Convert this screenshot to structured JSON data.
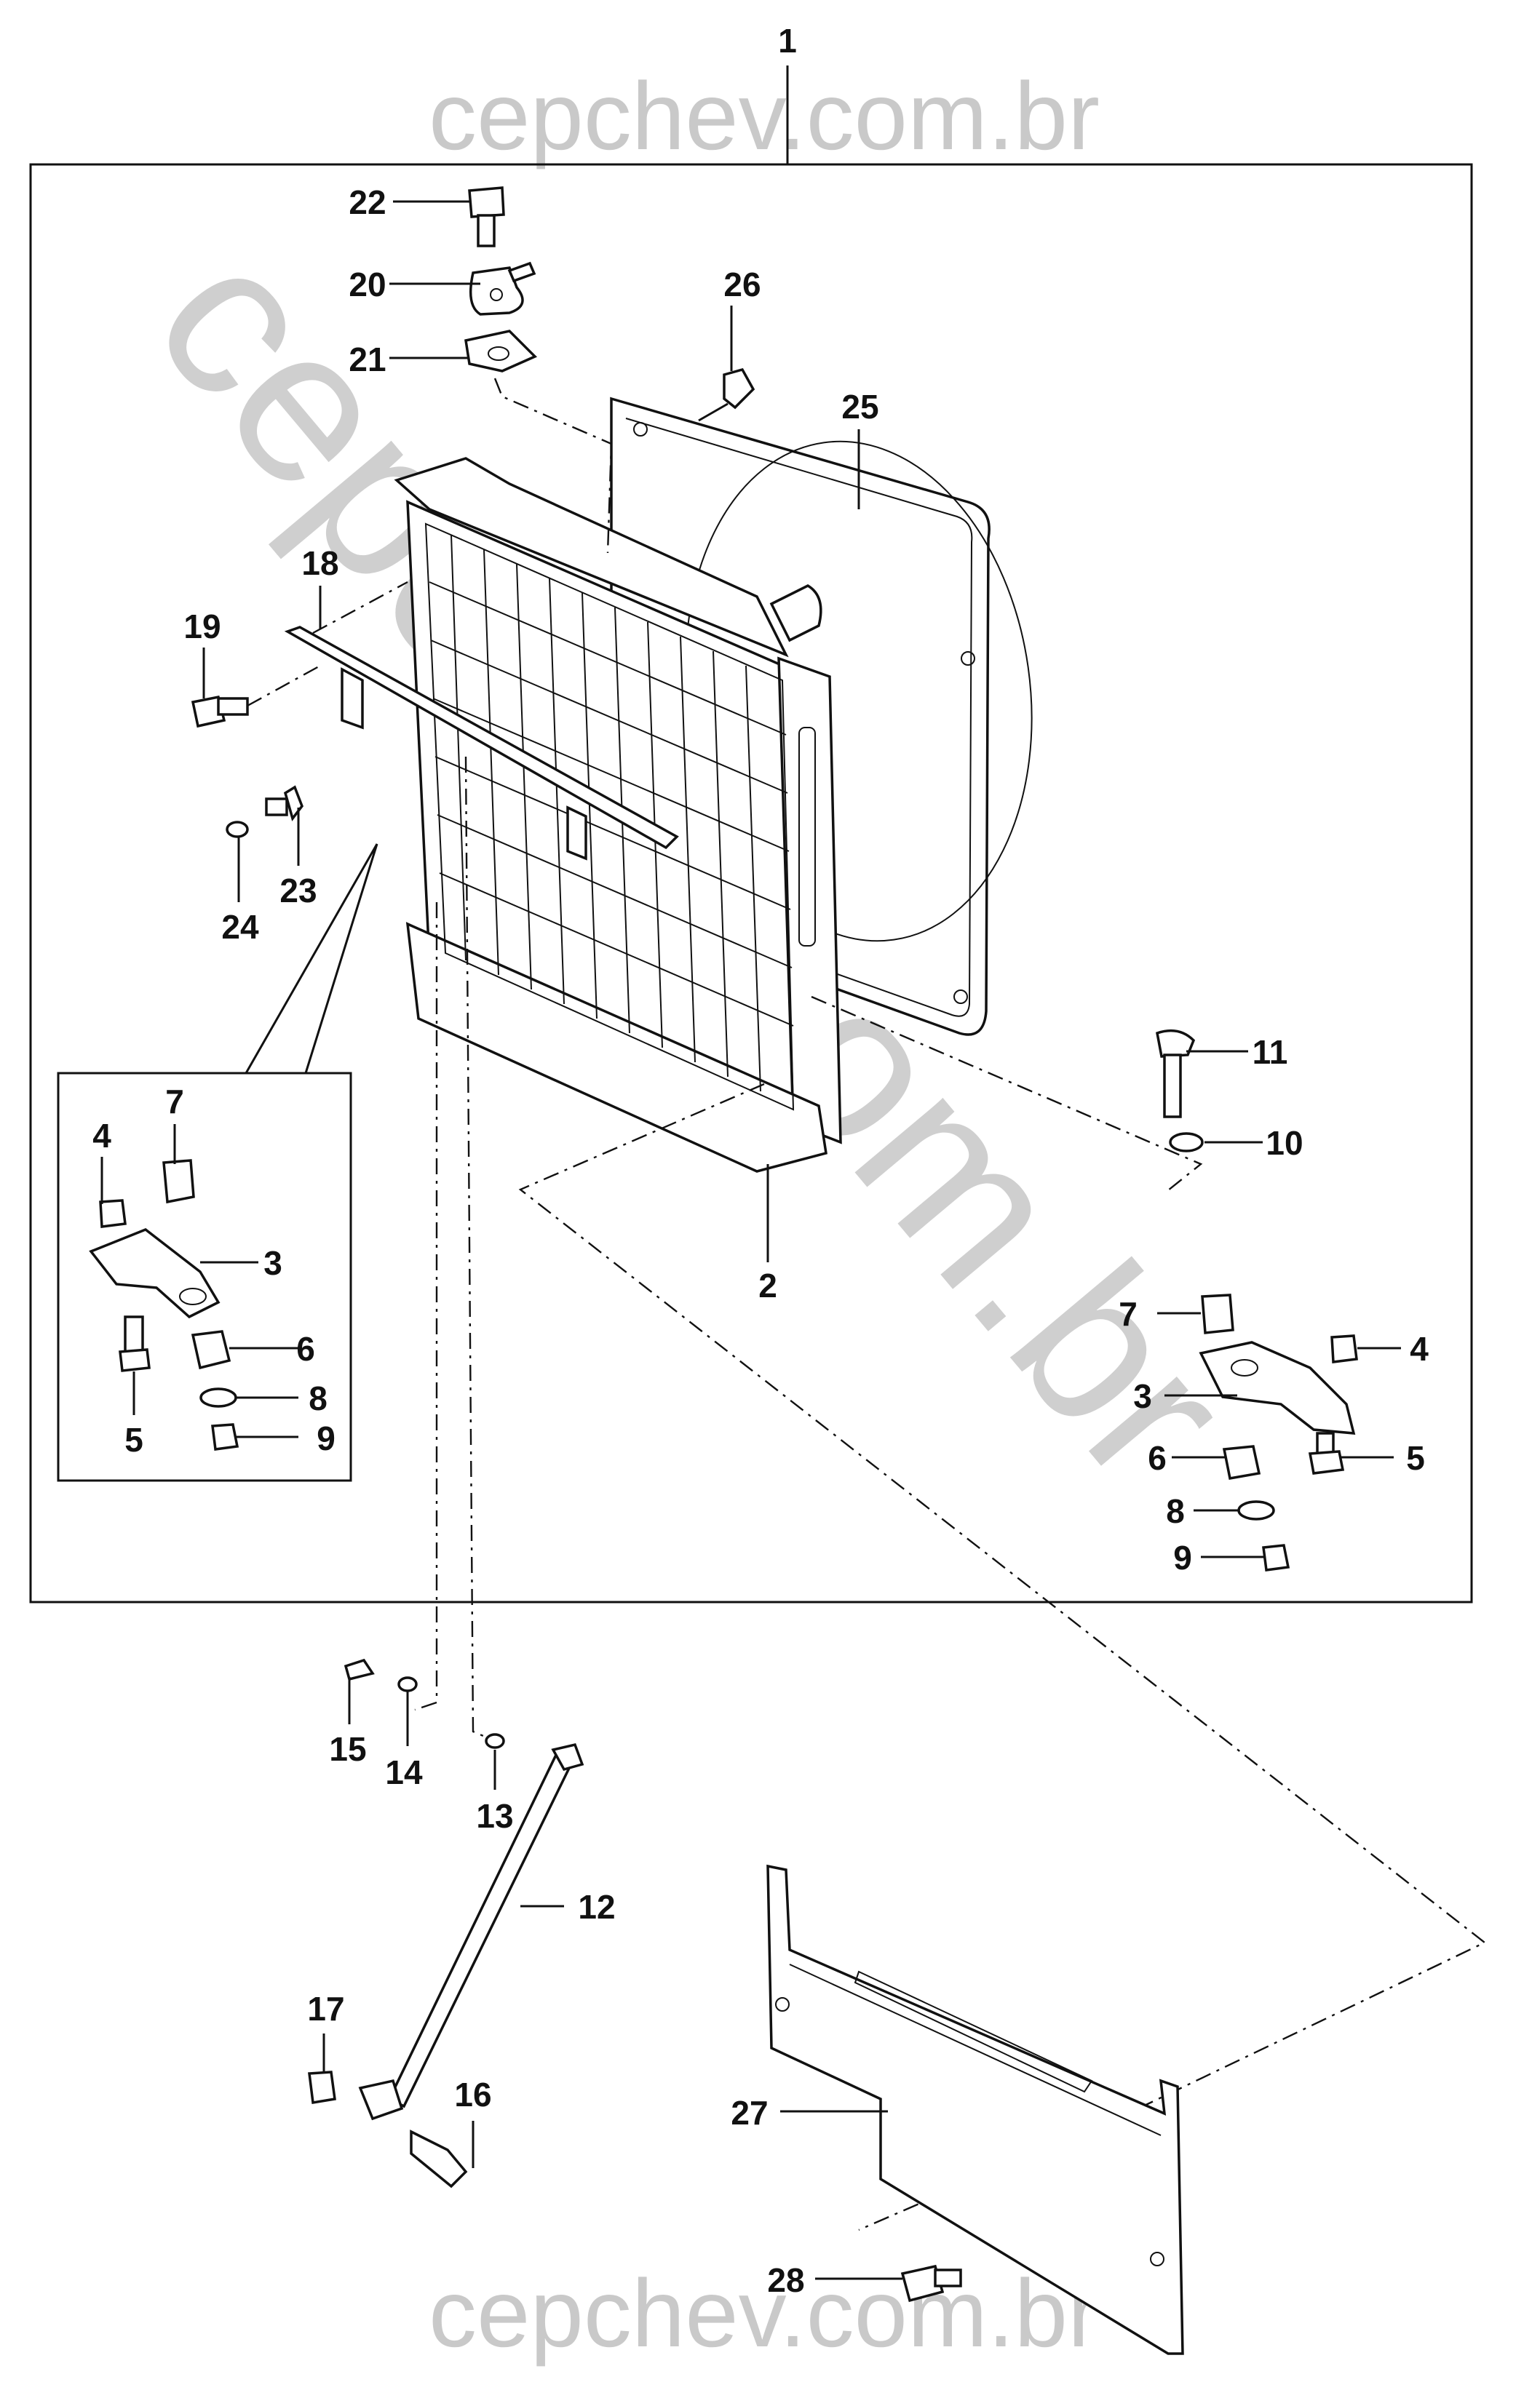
{
  "watermark": {
    "top": "cepchev.com.br",
    "bottom": "cepchev.com.br",
    "diagonal": "cepchev.com.br"
  },
  "callouts": {
    "c1": "1",
    "c2": "2",
    "c3": "3",
    "c4": "4",
    "c5": "5",
    "c6": "6",
    "c7": "7",
    "c8": "8",
    "c9": "9",
    "c10": "10",
    "c11": "11",
    "c12": "12",
    "c13": "13",
    "c14": "14",
    "c15": "15",
    "c16": "16",
    "c17": "17",
    "c18": "18",
    "c19": "19",
    "c20": "20",
    "c21": "21",
    "c22": "22",
    "c23": "23",
    "c24": "24",
    "c25": "25",
    "c26": "26",
    "c27": "27",
    "c28": "28"
  }
}
